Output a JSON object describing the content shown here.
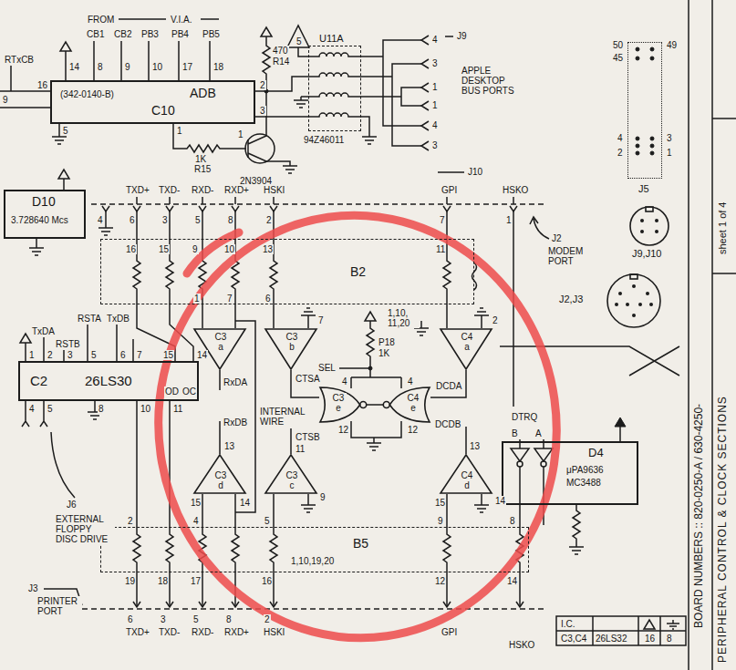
{
  "diagram": {
    "title": "PERIPHERAL CONTROL & CLOCK SECTIONS",
    "nodes": [
      {
        "text": [
          "(342-0140-B)",
          "C10",
          "ADB"
        ]
      },
      {
        "text": [
          "U11A"
        ]
      },
      {
        "text": [
          "J5"
        ]
      },
      {
        "text": [
          "D10",
          "3.728640 Mcs"
        ]
      },
      {
        "text": [
          "C2",
          "26LS30"
        ]
      },
      {
        "text": [
          "B2"
        ]
      },
      {
        "text": [
          "B5"
        ]
      },
      {
        "text": [
          "C3 a"
        ]
      },
      {
        "text": [
          "C3 b"
        ]
      },
      {
        "text": [
          "C4 a"
        ]
      },
      {
        "text": [
          "C3 d"
        ]
      },
      {
        "text": [
          "C3 c"
        ]
      },
      {
        "text": [
          "C4 d"
        ]
      },
      {
        "text": [
          "C3 e"
        ]
      },
      {
        "text": [
          "C4 e"
        ]
      },
      {
        "text": [
          "D4",
          "μPA9636",
          "MC3488"
        ]
      },
      {
        "text": [
          "J9,J10"
        ]
      },
      {
        "text": [
          "J2,J3"
        ]
      }
    ],
    "edges": [
      {
        "from": 8,
        "to": 13,
        "arrow": "none",
        "label": "CTSA"
      },
      {
        "from": 9,
        "to": 14,
        "arrow": "none",
        "label": "DCDA"
      },
      {
        "from": 13,
        "to": 14,
        "arrow": "none"
      }
    ],
    "labels": [
      "FROM",
      "V.I.A.",
      "CB1",
      "CB2",
      "PB3",
      "PB4",
      "PB5",
      "14",
      "8",
      "9",
      "10",
      "17",
      "18",
      "RTxCB",
      "16",
      "9",
      "2",
      "3",
      "5",
      "1",
      "470",
      "R14",
      "5",
      "1K",
      "R15",
      "1",
      "2N3904",
      "94Z46011",
      "4",
      "J9",
      "3",
      "1",
      "1",
      "4",
      "3",
      "APPLE DESKTOP BUS PORTS",
      "J10",
      "50",
      "49",
      "45",
      "4",
      "3",
      "2",
      "1",
      "TXD+",
      "TXD-",
      "RXD-",
      "RXD+",
      "HSKI",
      "GPI",
      "HSKO",
      "4",
      "6",
      "3",
      "5",
      "8",
      "2",
      "7",
      "1",
      "J2",
      "MODEM PORT",
      "16",
      "15",
      "9",
      "10",
      "13",
      "11",
      "1",
      "7",
      "6",
      "7",
      "2",
      "1,10, 11,20",
      "P18",
      "1K",
      "SEL",
      "RxDA",
      "INTERNAL WIRE",
      "RxDB",
      "CTSB",
      "4",
      "4",
      "12",
      "12",
      "DCDB",
      "DTRQ",
      "B",
      "A",
      "13",
      "11",
      "13",
      "15",
      "14",
      "9",
      "15",
      "14",
      "2",
      "4",
      "5",
      "9",
      "8",
      "1,10,19,20",
      "19",
      "18",
      "17",
      "16",
      "12",
      "14",
      "6",
      "3",
      "5",
      "8",
      "2",
      "TXD+",
      "TXD-",
      "RXD-",
      "RXD+",
      "HSKI",
      "GPI",
      "HSKO",
      "J3",
      "PRINTER PORT",
      "J6",
      "EXTERNAL FLOPPY DISC DRIVE",
      "4",
      "5",
      "8",
      "10",
      "11",
      "RSTA",
      "TxDB",
      "TxDA",
      "RSTB",
      "1",
      "2",
      "3",
      "5",
      "6",
      "7",
      "15",
      "14",
      "OD",
      "OC",
      "BOARD NUMBERS :: 820-0250-A / 630-4250-",
      "sheet 1 of 4",
      "I.C.",
      "C3,C4",
      "26LS32",
      "16",
      "8"
    ]
  }
}
